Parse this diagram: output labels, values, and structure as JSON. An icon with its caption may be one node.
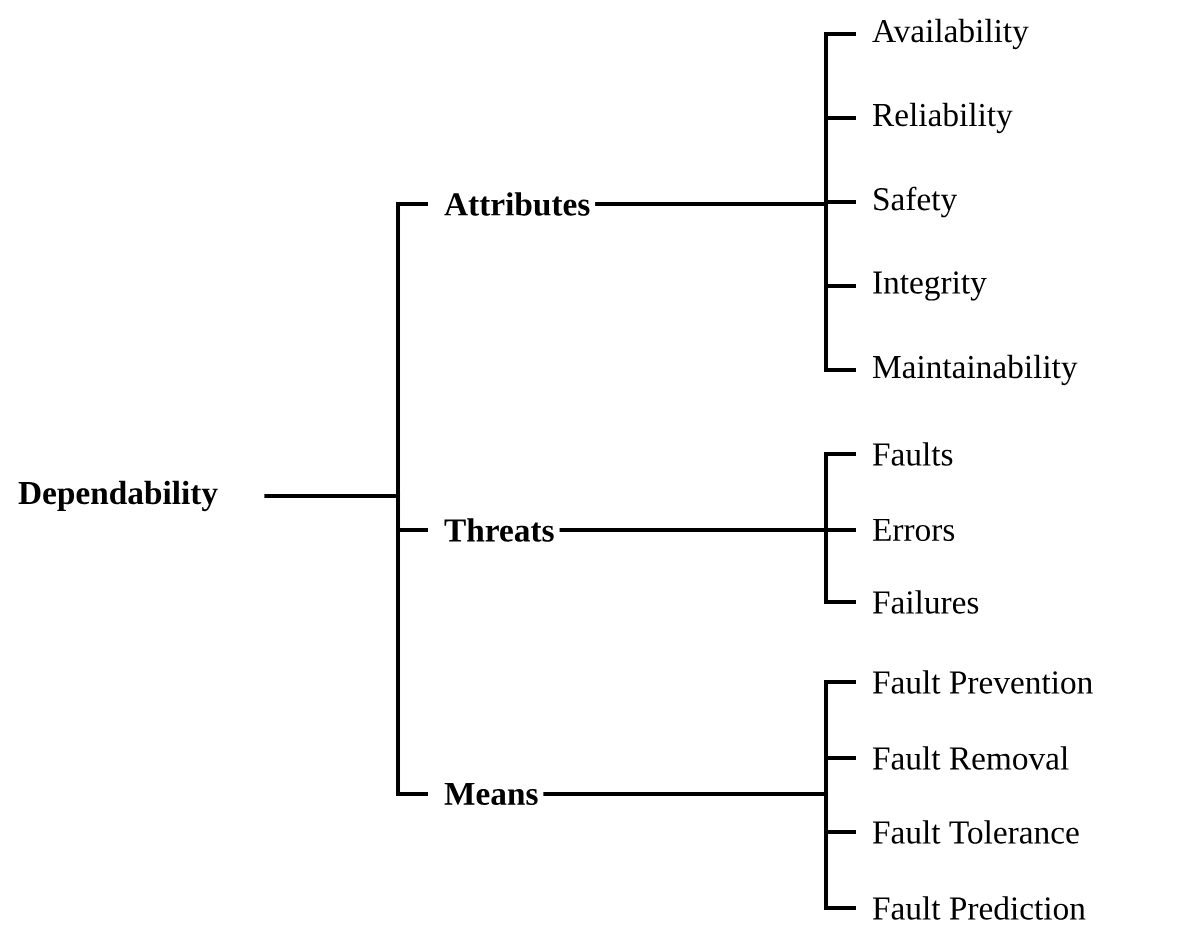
{
  "diagram": {
    "nodes": [
      {
        "text": [
          "Dependability"
        ]
      },
      {
        "text": [
          "Attributes"
        ]
      },
      {
        "text": [
          "Threats"
        ]
      },
      {
        "text": [
          "Means"
        ]
      },
      {
        "text": [
          "Availability"
        ]
      },
      {
        "text": [
          "Reliability"
        ]
      },
      {
        "text": [
          "Safety"
        ]
      },
      {
        "text": [
          "Integrity"
        ]
      },
      {
        "text": [
          "Maintainability"
        ]
      },
      {
        "text": [
          "Faults"
        ]
      },
      {
        "text": [
          "Errors"
        ]
      },
      {
        "text": [
          "Failures"
        ]
      },
      {
        "text": [
          "Fault Prevention"
        ]
      },
      {
        "text": [
          "Fault Removal"
        ]
      },
      {
        "text": [
          "Fault Tolerance"
        ]
      },
      {
        "text": [
          "Fault Prediction"
        ]
      }
    ],
    "edges": [
      {
        "from": 0,
        "to": 1,
        "arrow": "none"
      },
      {
        "from": 0,
        "to": 2,
        "arrow": "none"
      },
      {
        "from": 0,
        "to": 3,
        "arrow": "none"
      },
      {
        "from": 1,
        "to": 4,
        "arrow": "none"
      },
      {
        "from": 1,
        "to": 5,
        "arrow": "none"
      },
      {
        "from": 1,
        "to": 6,
        "arrow": "none"
      },
      {
        "from": 1,
        "to": 7,
        "arrow": "none"
      },
      {
        "from": 1,
        "to": 8,
        "arrow": "none"
      },
      {
        "from": 2,
        "to": 9,
        "arrow": "none"
      },
      {
        "from": 2,
        "to": 10,
        "arrow": "none"
      },
      {
        "from": 2,
        "to": 11,
        "arrow": "none"
      },
      {
        "from": 3,
        "to": 12,
        "arrow": "none"
      },
      {
        "from": 3,
        "to": 13,
        "arrow": "none"
      },
      {
        "from": 3,
        "to": 14,
        "arrow": "none"
      },
      {
        "from": 3,
        "to": 15,
        "arrow": "none"
      }
    ]
  }
}
